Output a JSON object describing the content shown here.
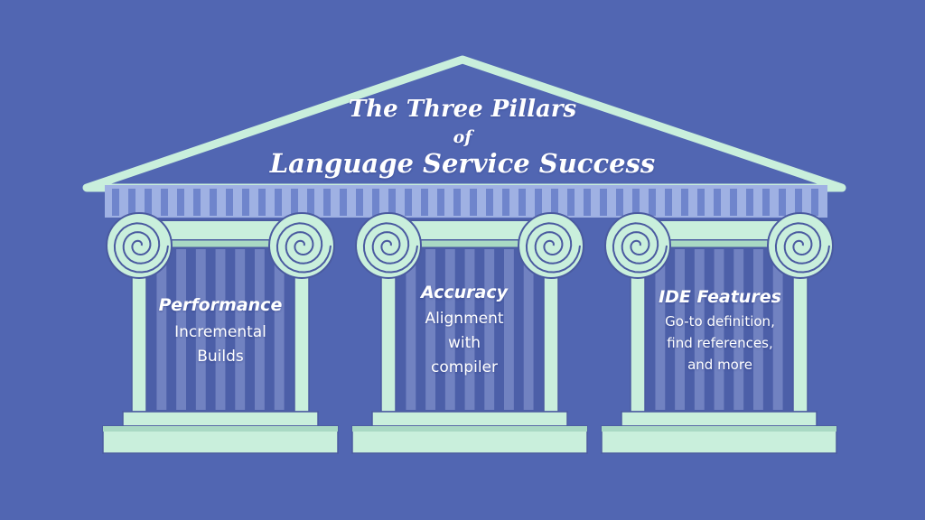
{
  "colors": {
    "background": "#5166b2",
    "stone": "#c9efdc",
    "stone_shade": "#a9d9c4",
    "outline": "#4a5aa0",
    "pillar_back": "#4c5fa8",
    "flute": "#8f9fd6"
  },
  "title": {
    "line1": "The Three Pillars",
    "line2": "of",
    "line3": "Language Service Success"
  },
  "pillars": [
    {
      "title": "Performance",
      "description": "Incremental\nBuilds"
    },
    {
      "title": "Accuracy",
      "description": "Alignment\nwith\ncompiler"
    },
    {
      "title": "IDE Features",
      "description": "Go-to definition,\nfind references,\nand more"
    }
  ]
}
